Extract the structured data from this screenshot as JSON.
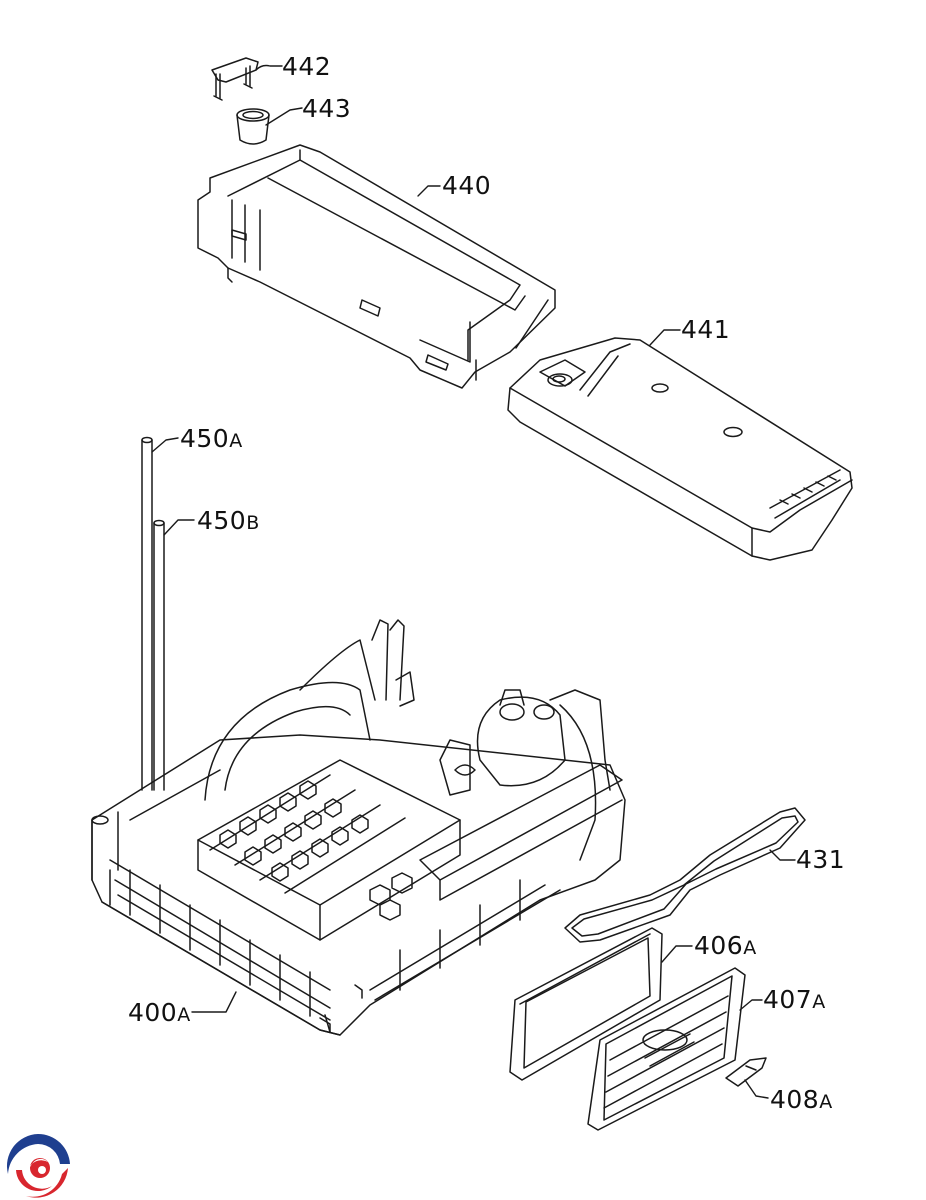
{
  "labels": {
    "l442": {
      "num": "442",
      "suf": ""
    },
    "l443": {
      "num": "443",
      "suf": ""
    },
    "l440": {
      "num": "440",
      "suf": ""
    },
    "l441": {
      "num": "441",
      "suf": ""
    },
    "l450a": {
      "num": "450",
      "suf": "A"
    },
    "l450b": {
      "num": "450",
      "suf": "B"
    },
    "l431": {
      "num": "431",
      "suf": ""
    },
    "l406a": {
      "num": "406",
      "suf": "A"
    },
    "l407a": {
      "num": "407",
      "suf": "A"
    },
    "l408a": {
      "num": "408",
      "suf": "A"
    },
    "l400a": {
      "num": "400",
      "suf": "A"
    }
  },
  "colors": {
    "line": "#1a1a1a",
    "logo_blue": "#1f3f8f",
    "logo_red": "#d8262e"
  },
  "icons": {
    "logo": "brand-swirl-logo"
  }
}
